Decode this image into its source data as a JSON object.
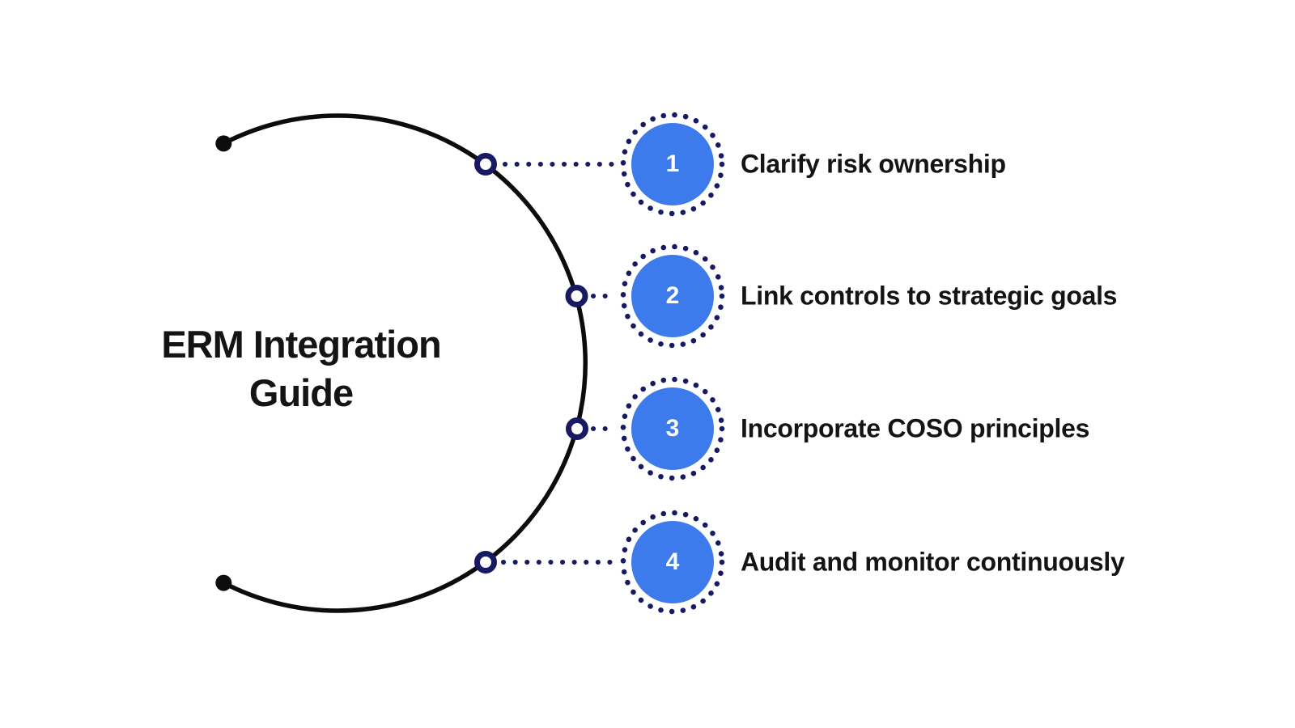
{
  "title": "ERM Integration Guide",
  "steps": [
    {
      "number": "1",
      "label": "Clarify risk ownership"
    },
    {
      "number": "2",
      "label": "Link controls to strategic goals"
    },
    {
      "number": "3",
      "label": "Incorporate COSO principles"
    },
    {
      "number": "4",
      "label": "Audit and monitor continuously"
    }
  ],
  "colors": {
    "accent_blue": "#3D7AEB",
    "navy": "#171A63",
    "ink": "#141414",
    "background": "#FFFFFF"
  }
}
